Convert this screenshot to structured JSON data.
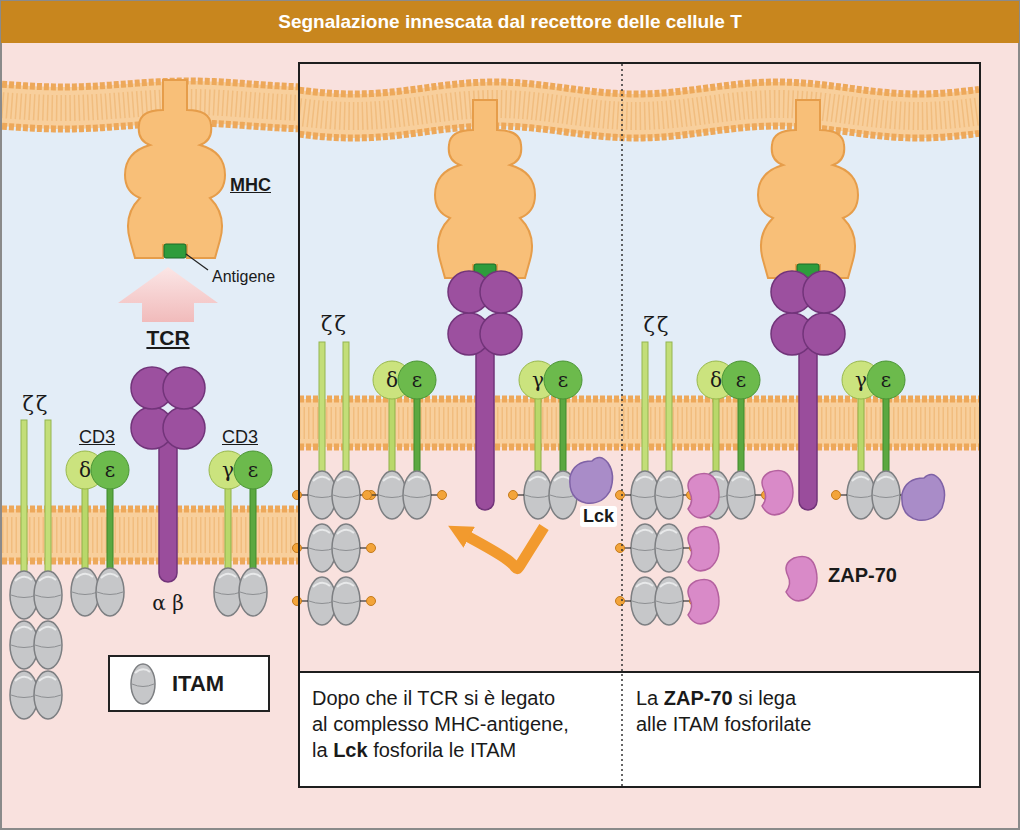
{
  "diagram": {
    "title": "Segnalazione innescata dal recettore delle cellule T",
    "nodes": [
      {
        "text": [
          "MHC"
        ]
      },
      {
        "text": [
          "TCR"
        ]
      },
      {
        "text": [
          "ζζ"
        ]
      },
      {
        "text": [
          "Lck"
        ]
      },
      {
        "text": [
          "ZAP-70"
        ]
      },
      {
        "text": [
          "Dopo che il TCR si è legato al complesso MHC-antigene, la Lck fosforila le ITAM"
        ]
      },
      {
        "text": [
          "La ZAP-70 si lega alle ITAM fosforilate"
        ]
      }
    ],
    "edges": [
      {
        "from": 1,
        "to": 0,
        "arrow": "to"
      },
      {
        "from": 3,
        "to": 2,
        "arrow": "to"
      }
    ],
    "labels": [
      "Antigene",
      "ζζ",
      "CD3",
      "δ",
      "ε",
      "CD3",
      "γ",
      "ε",
      "α β",
      "δ",
      "ε",
      "γ",
      "ε",
      "ζζ",
      "δ",
      "ε",
      "γ",
      "ε"
    ],
    "legend": [
      {
        "text": "ITAM"
      }
    ]
  }
}
